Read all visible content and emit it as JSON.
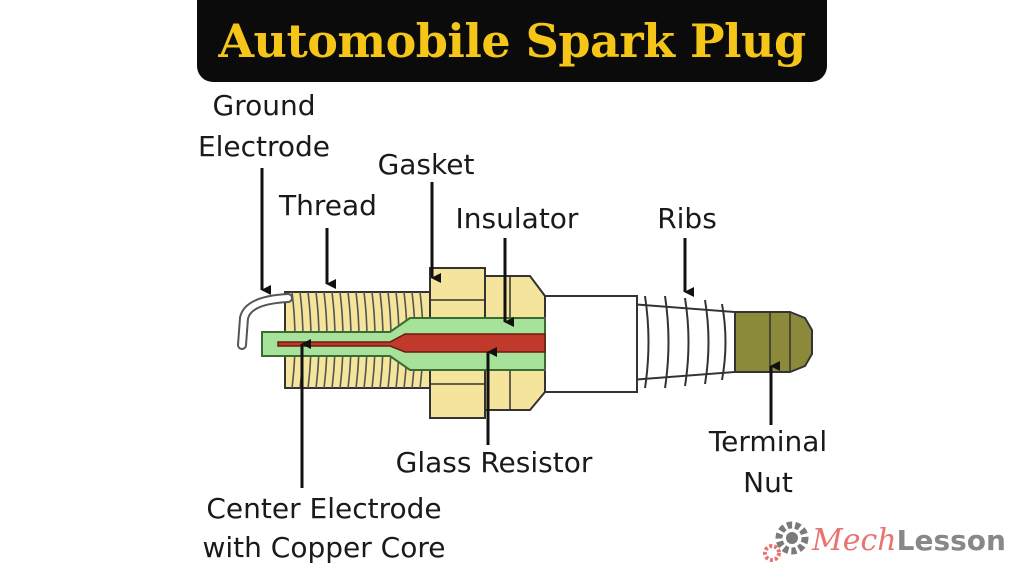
{
  "title": "Automobile Spark Plug",
  "labels": {
    "ground_1": "Ground",
    "ground_2": "Electrode",
    "thread": "Thread",
    "gasket": "Gasket",
    "insulator": "Insulator",
    "ribs": "Ribs",
    "glass_resistor": "Glass Resistor",
    "terminal_1": "Terminal",
    "terminal_2": "Nut",
    "center_1": "Center Electrode",
    "center_2": "with Copper Core"
  },
  "logo": {
    "mech": "Mech",
    "lesson": "Lesson"
  },
  "colors": {
    "title_bg": "#0b0b0b",
    "title_text": "#f5c518",
    "metal_shell": "#f4e49c",
    "insulator_green": "#a6e29a",
    "core_red": "#c0392b",
    "terminal": "#8a8a3a",
    "logo_accent": "#e8736f"
  }
}
